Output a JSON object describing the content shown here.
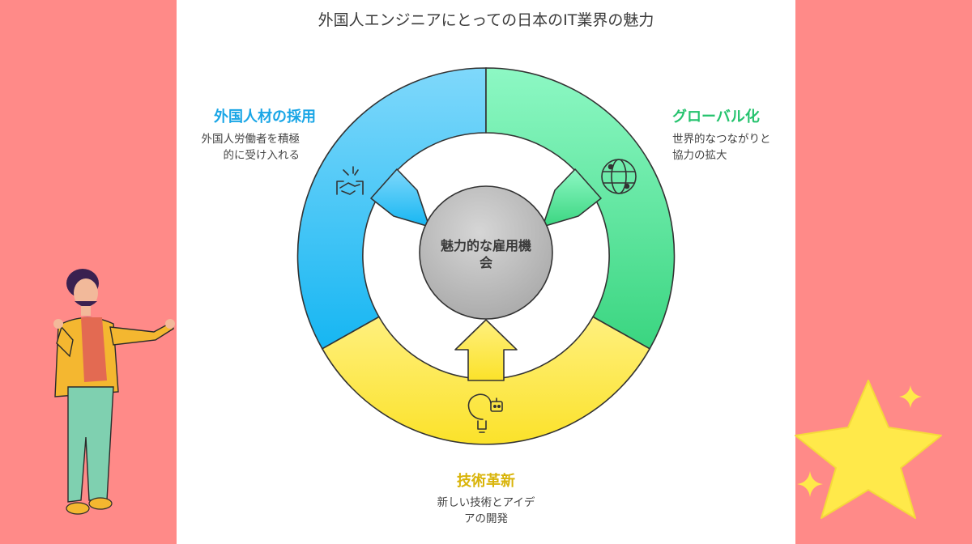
{
  "title": "外国人エンジニアにとっての日本のIT業界の魅力",
  "center": {
    "label_line1": "魅力的な雇用機",
    "label_line2": "会"
  },
  "segments": [
    {
      "title": "外国人材の採用",
      "desc_line1": "外国人労働者を積極",
      "desc_line2": "的に受け入れる",
      "color": "#3fb3f0",
      "icon": "handshake-icon"
    },
    {
      "title": "グローバル化",
      "desc_line1": "世界的なつながりと",
      "desc_line2": "協力の拡大",
      "color": "#3fc86e",
      "icon": "globe-network-icon"
    },
    {
      "title": "技術革新",
      "desc_line1": "新しい技術とアイデ",
      "desc_line2": "アの開発",
      "color": "#e8c712",
      "icon": "lightbulb-robot-icon"
    }
  ],
  "colors": {
    "background": "#ff8a88",
    "panel": "#ffffff",
    "center": "#bdbdbd",
    "star": "#ffe94a"
  }
}
